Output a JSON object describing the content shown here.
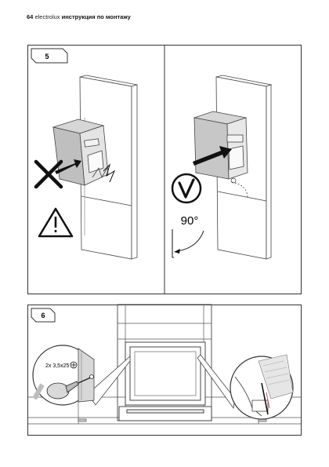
{
  "header": {
    "page_number": "64",
    "brand": "electrolux",
    "title": "инструкция по монтажу"
  },
  "step5": {
    "number": "5",
    "angle_label": "90°"
  },
  "step6": {
    "number": "6",
    "screw_label": "2x 3,5x25"
  },
  "icons": [
    "wrong-cross-icon",
    "warning-triangle-icon",
    "correct-check-icon",
    "rotation-arc-icon",
    "screw-plus-icon",
    "drill-icon"
  ]
}
